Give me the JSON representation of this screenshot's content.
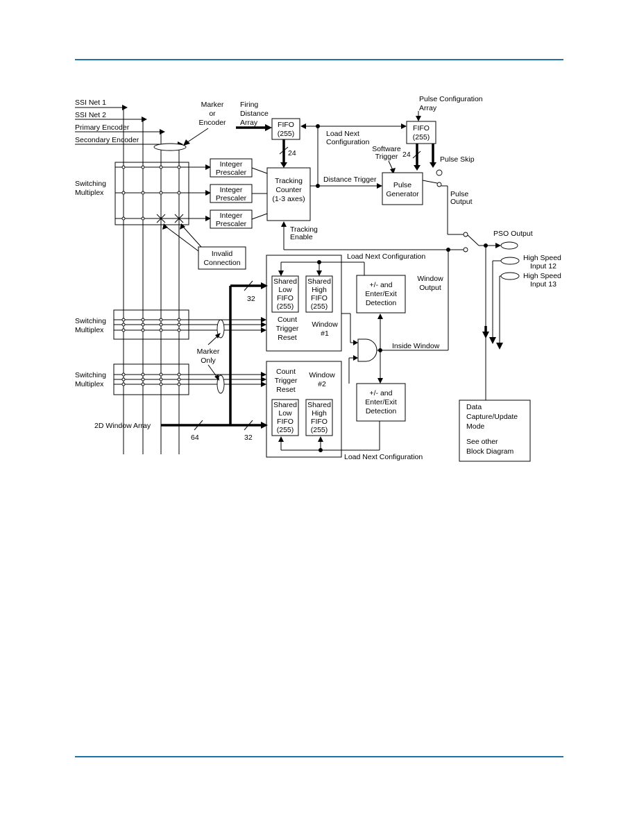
{
  "header": {
    "rule_color": "#1f6fa8"
  },
  "footer": {
    "rule_color": "#1f6fa8"
  },
  "diagram": {
    "inputs": {
      "ssi_net_1": "SSI Net 1",
      "ssi_net_2": "SSI Net 2",
      "primary_encoder": "Primary Encoder",
      "secondary_encoder": "Secondary Encoder"
    },
    "marker": [
      "Marker",
      "or",
      "Encoder"
    ],
    "firing_distance": [
      "Firing",
      "Distance",
      "Array"
    ],
    "fifo_left": [
      "FIFO",
      "(255)"
    ],
    "fifo_right": [
      "FIFO",
      "(255)"
    ],
    "pulse_config": [
      "Pulse Configuration",
      "Array"
    ],
    "load_next_config_top": [
      "Load Next",
      "Configuration"
    ],
    "software_trigger": [
      "Software",
      "Trigger"
    ],
    "bus_24": "24",
    "pulse_skip": "Pulse Skip",
    "switching_multiplex": [
      "Switching",
      "Multiplex"
    ],
    "integer_prescaler": [
      "Integer",
      "Prescaler"
    ],
    "tracking_counter": [
      "Tracking",
      "Counter",
      "(1-3 axes)"
    ],
    "distance_trigger": "Distance Trigger",
    "pulse_generator": [
      "Pulse",
      "Generator"
    ],
    "pulse_output": [
      "Pulse",
      "Output"
    ],
    "tracking_enable": [
      "Tracking",
      "Enable"
    ],
    "pso_output": "PSO Output",
    "invalid_connection": [
      "Invalid",
      "Connection"
    ],
    "load_next_configuration": "Load Next Configuration",
    "high_speed_12": [
      "High Speed",
      "Input 12"
    ],
    "high_speed_13": [
      "High Speed",
      "Input 13"
    ],
    "shared_low_fifo": [
      "Shared",
      "Low",
      "FIFO",
      "(255)"
    ],
    "shared_high_fifo": [
      "Shared",
      "High",
      "FIFO",
      "(255)"
    ],
    "window_output": [
      "Window",
      "Output"
    ],
    "detection": [
      "+/- and",
      "Enter/Exit",
      "Detection"
    ],
    "bus_32": "32",
    "count_trigger_reset": [
      "Count",
      "Trigger",
      "Reset"
    ],
    "window_1": [
      "Window",
      "#1"
    ],
    "window_2": [
      "Window",
      "#2"
    ],
    "marker_only": [
      "Marker",
      "Only"
    ],
    "inside_window": "Inside Window",
    "window_array_2d": "2D Window Array",
    "bus_64": "64",
    "data_capture": [
      "Data",
      "Capture/Update",
      "Mode",
      "See other",
      "Block Diagram"
    ]
  }
}
